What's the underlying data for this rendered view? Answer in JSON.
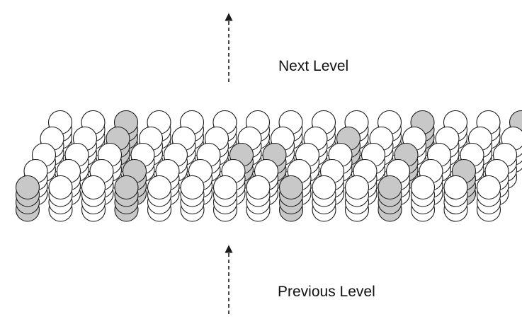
{
  "labels": {
    "next_level": "Next Level",
    "previous_level": "Previous Level"
  },
  "grid": {
    "columns": 15,
    "rows": 5,
    "layers": 4
  },
  "highlighted_cells": [
    [
      0,
      0
    ],
    [
      3,
      0
    ],
    [
      8,
      0
    ],
    [
      11,
      0
    ],
    [
      3,
      1
    ],
    [
      13,
      1
    ],
    [
      6,
      2
    ],
    [
      7,
      2
    ],
    [
      11,
      2
    ],
    [
      2,
      3
    ],
    [
      9,
      3
    ],
    [
      2,
      4
    ],
    [
      11,
      4
    ],
    [
      14,
      4
    ]
  ],
  "colors": {
    "sphere_fill": "#ffffff",
    "highlight_fill": "#c8c8c8",
    "stroke": "#1a1a1a",
    "arrow": "#1a1a1a",
    "text": "#111111"
  }
}
